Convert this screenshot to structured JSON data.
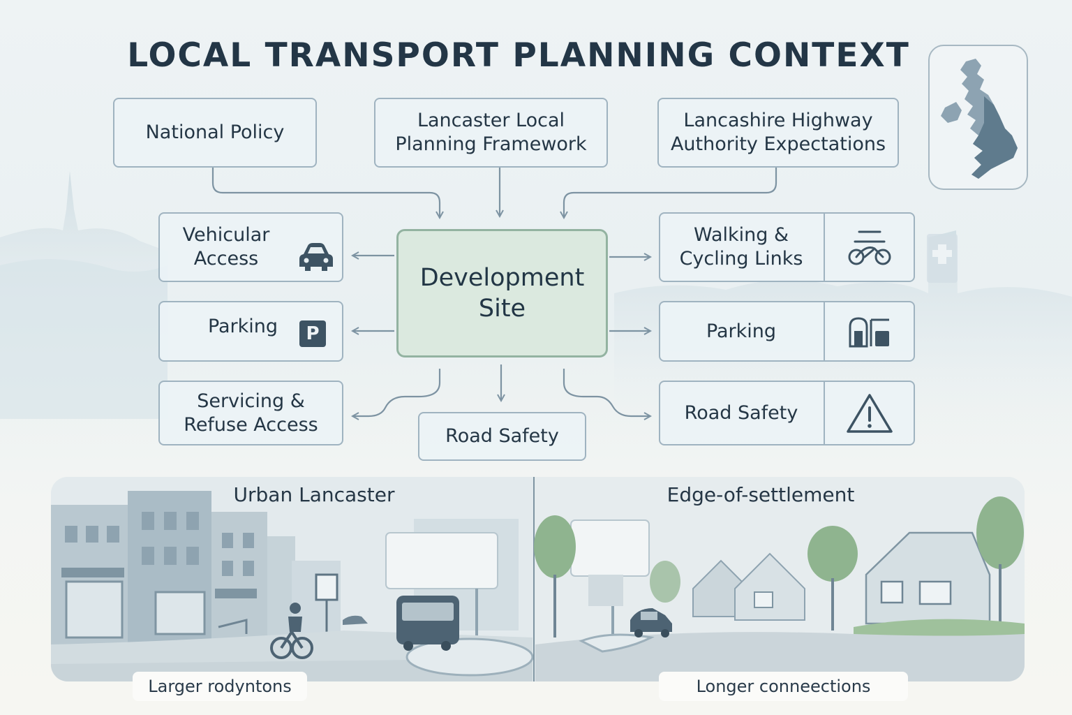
{
  "title": "LOCAL TRANSPORT PLANNING CONTEXT",
  "policy": {
    "national": "National Policy",
    "local": "Lancaster Local\nPlanning Framework",
    "highway": "Lancashire Highway\nAuthority Expectations"
  },
  "center": {
    "label": "Development\nSite"
  },
  "left": {
    "vehicular": "Vehicular\nAccess",
    "parking": "Parking",
    "parking_sign": "P",
    "servicing": "Servicing &\nRefuse Access"
  },
  "bottom": {
    "road_safety": "Road Safety"
  },
  "right": {
    "walking": "Walking &\nCycling Links",
    "parking": "Parking",
    "road_safety": "Road Safety"
  },
  "panels": {
    "urban_title": "Urban Lancaster",
    "urban_caption": "Larger rodyntons",
    "edge_title": "Edge-of-settlement",
    "edge_caption": "Longer conneections"
  },
  "colors": {
    "box_border": "#9fb3c0",
    "center_fill": "#dbe9df",
    "icon": "#3d5363",
    "map_highlight": "#5f7b8d"
  },
  "icons": {
    "vehicular": "car-icon",
    "parking_left": "parking-sign-icon",
    "walking": "bicycle-icon",
    "parking_right": "parking-garage-icon",
    "road_safety": "warning-triangle-icon",
    "map": "uk-map-icon"
  }
}
